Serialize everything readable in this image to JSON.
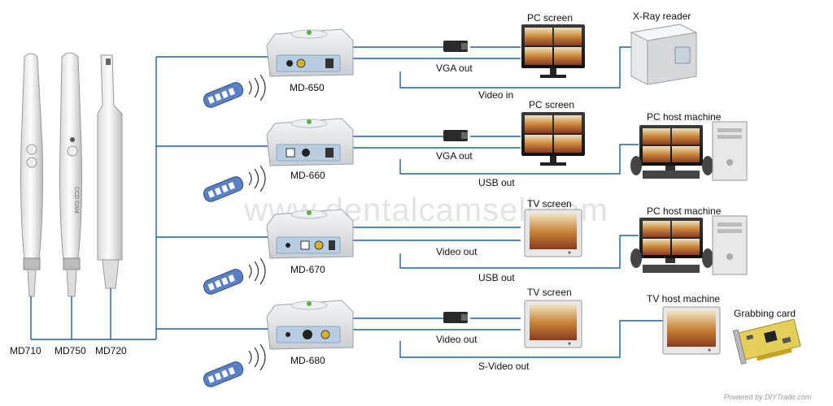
{
  "cameras": [
    {
      "label": "MD710"
    },
    {
      "label": "MD750"
    },
    {
      "label": "MD720"
    }
  ],
  "camera_body_text": "CCD CAM",
  "boxes": [
    {
      "label": "MD-650"
    },
    {
      "label": "MD-660"
    },
    {
      "label": "MD-670"
    },
    {
      "label": "MD-680"
    }
  ],
  "rows": [
    {
      "out_label": "VGA out",
      "display_label": "PC screen",
      "link_label": "Video in",
      "dest_label": "X-Ray reader"
    },
    {
      "out_label": "VGA out",
      "display_label": "PC screen",
      "link_label": "USB out",
      "dest_label": "PC host machine"
    },
    {
      "out_label": "Video out",
      "display_label": "TV screen",
      "link_label": "USB out",
      "dest_label": "PC host machine"
    },
    {
      "out_label": "Video out",
      "display_label": "TV screen",
      "link_label": "S-Video out",
      "dest_label": "TV host machine",
      "extra_label": "Grabbing card"
    }
  ],
  "watermark": "www.dentalcamsell.com",
  "credit": "Powered by DIYTrade.com",
  "colors": {
    "line": "#1f5fa8",
    "box": "#dfe3e8",
    "port_panel": "#b9cde2",
    "remote": "#5b7fc4",
    "tooth": "#c9863a",
    "gum": "#b03a2e"
  }
}
